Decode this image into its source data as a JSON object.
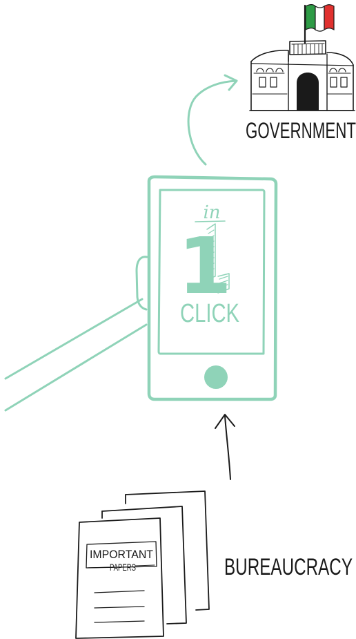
{
  "government": {
    "label": "GOVERNMENT"
  },
  "phone": {
    "prefix": "in",
    "number": "1",
    "action": "CLICK"
  },
  "papers": {
    "title_line1": "IMPORTANT",
    "title_line2": "PAPERS"
  },
  "bureaucracy": {
    "label": "BUREAUCRACY"
  },
  "colors": {
    "mint": "#8fd3b8",
    "ink": "#1a1a1a",
    "flag_green": "#2e9b46",
    "flag_white": "#ffffff",
    "flag_red": "#e0312f"
  }
}
